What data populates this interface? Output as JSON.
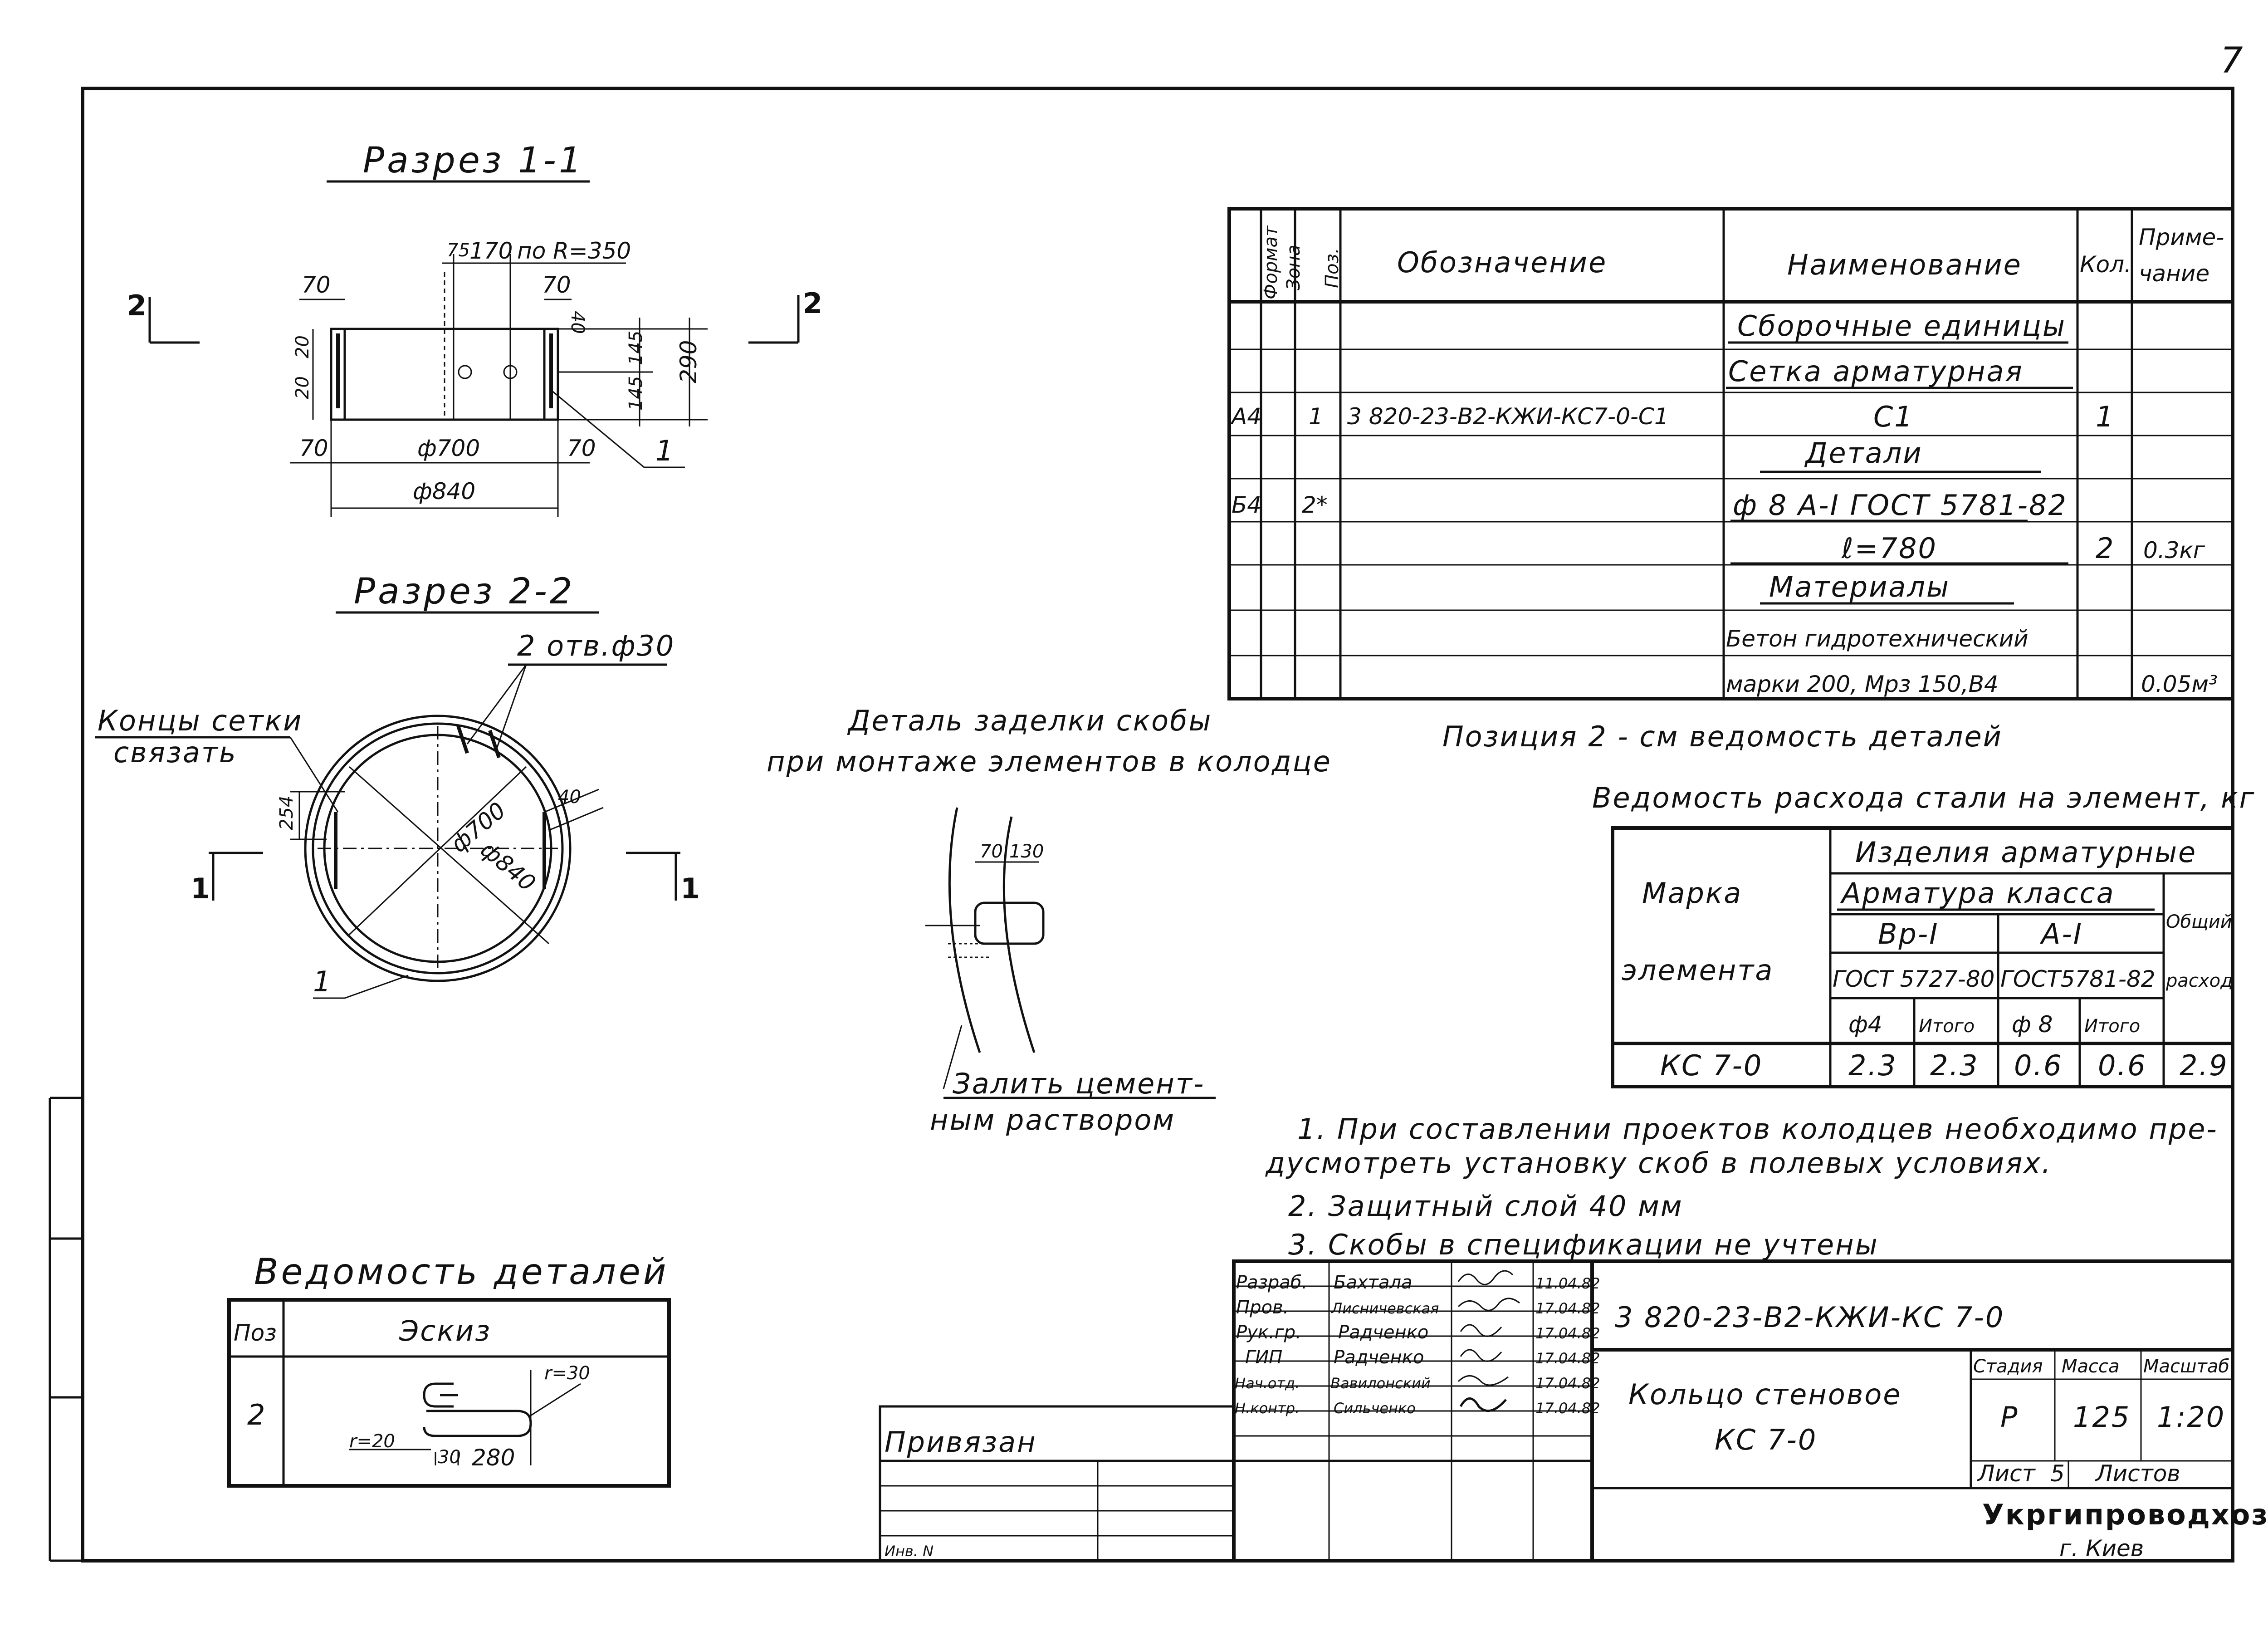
{
  "page_number": "7",
  "section_1_1": {
    "title": "Разрез 1-1",
    "dims": {
      "d75": "75",
      "d170": "170",
      "r350": "по R=350",
      "d70a": "70",
      "d70b": "70",
      "d70c": "70",
      "d70d": "70",
      "d40": "40",
      "d20a": "20",
      "d20b": "20",
      "d145a": "145",
      "d145b": "145",
      "d290": "290",
      "phi700": "ф700",
      "phi840": "ф840",
      "pos1": "1"
    },
    "marks": {
      "left": "2",
      "right": "2"
    }
  },
  "section_2_2": {
    "title": "Разрез 2-2",
    "holes": "2 отв.ф30",
    "note": [
      "Концы сетки",
      "связать"
    ],
    "dims": {
      "d254": "254",
      "d40": "40",
      "phi700": "ф700",
      "phi840": "ф840",
      "pos1": "1"
    },
    "marks": {
      "left": "1",
      "right": "1"
    }
  },
  "detail": {
    "title": [
      "Деталь заделки скобы",
      "при монтаже элементов в колодце"
    ],
    "dims": {
      "d70": "70",
      "d130": "130"
    },
    "note": [
      "Залить цемент-",
      "ным раствором"
    ]
  },
  "spec_table": {
    "headers": {
      "format": "Формат",
      "zone": "Зона",
      "pos": "Поз.",
      "designation": "Обозначение",
      "name": "Наименование",
      "qty": "Кол.",
      "note": "Приме-чание",
      "note_1": "Приме-",
      "note_2": "чание"
    },
    "rows": [
      {
        "format": "",
        "pos": "",
        "designation": "",
        "name": "Сборочные единицы",
        "qty": "",
        "note": ""
      },
      {
        "format": "",
        "pos": "",
        "designation": "",
        "name": "Сетка арматурная",
        "qty": "",
        "note": ""
      },
      {
        "format": "А4",
        "pos": "1",
        "designation": "3 820-23-В2-КЖИ-КС7-0-С1",
        "name": "С1",
        "qty": "1",
        "note": ""
      },
      {
        "format": "",
        "pos": "",
        "designation": "",
        "name": "Детали",
        "qty": "",
        "note": ""
      },
      {
        "format": "Б4",
        "pos": "2*",
        "designation": "",
        "name": "ф 8 А-I ГОСТ 5781-82",
        "qty": "",
        "note": ""
      },
      {
        "format": "",
        "pos": "",
        "designation": "",
        "name": "ℓ=780",
        "qty": "2",
        "note": "0.3кг"
      },
      {
        "format": "",
        "pos": "",
        "designation": "",
        "name": "Материалы",
        "qty": "",
        "note": ""
      },
      {
        "format": "",
        "pos": "",
        "designation": "",
        "name": "Бетон гидротехнический",
        "qty": "",
        "note": ""
      },
      {
        "format": "",
        "pos": "",
        "designation": "",
        "name": "марки 200, Мрз 150,В4",
        "qty": "",
        "note": "0.05м³"
      }
    ]
  },
  "position_note": "Позиция 2 - см ведомость деталей",
  "steel_table": {
    "title": "Ведомость расхода стали на элемент, кг",
    "mark_header": [
      "Марка",
      "элемента"
    ],
    "h_items": "Изделия арматурные",
    "h_class": "Арматура класса",
    "h_total": [
      "Общий",
      "расход"
    ],
    "h_bp": "Вр-I",
    "h_ai": "А-I",
    "h_gost1": "ГОСТ 5727-80",
    "h_gost2": "ГОСТ5781-82",
    "h_phi4": "ф4",
    "h_itogo1": "Итого",
    "h_phi8": "ф 8",
    "h_itogo2": "Итого",
    "row": {
      "mark": "КС 7-0",
      "phi4": "2.3",
      "itogo1": "2.3",
      "phi8": "0.6",
      "itogo2": "0.6",
      "total": "2.9"
    }
  },
  "notes": [
    "1. При составлении проектов колодцев необходимо пре-",
    "дусмотреть установку скоб в полевых условиях.",
    "2. Защитный слой 40 мм",
    "3. Скобы в спецификации не учтены"
  ],
  "details_table": {
    "title": "Ведомость деталей",
    "h_pos": "Поз",
    "h_sketch": "Эскиз",
    "row_pos": "2",
    "dims": {
      "r30": "r=30",
      "r20": "r=20",
      "d30": "30",
      "d280": "280"
    }
  },
  "title_block": {
    "privyazan": "Привязан",
    "inv": "Инв. N",
    "code": "3 820-23-В2-КЖИ-КС 7-0",
    "item_name": [
      "Кольцо стеновое",
      "КС 7-0"
    ],
    "h_stage": "Стадия",
    "h_mass": "Масса",
    "h_scale": "Масштаб",
    "stage": "Р",
    "mass": "125",
    "scale": "1:20",
    "sheet_label": "Лист",
    "sheet": "5",
    "sheets_label": "Листов",
    "org": "Укргипроводхоз",
    "city": "г. Киев",
    "signers": [
      {
        "role": "Разраб.",
        "name": "Бахтала",
        "date": "11.04.82"
      },
      {
        "role": "Пров.",
        "name": "Лисничевская",
        "date": "17.04.82"
      },
      {
        "role": "Рук.гр.",
        "name": "Радченко",
        "date": "17.04.82"
      },
      {
        "role": "ГИП",
        "name": "Радченко",
        "date": "17.04.82"
      },
      {
        "role": "Нач.отд.",
        "name": "Вавилонский",
        "date": "17.04.82"
      },
      {
        "role": "Н.контр.",
        "name": "Сильченко",
        "date": "17.04.82"
      }
    ]
  }
}
